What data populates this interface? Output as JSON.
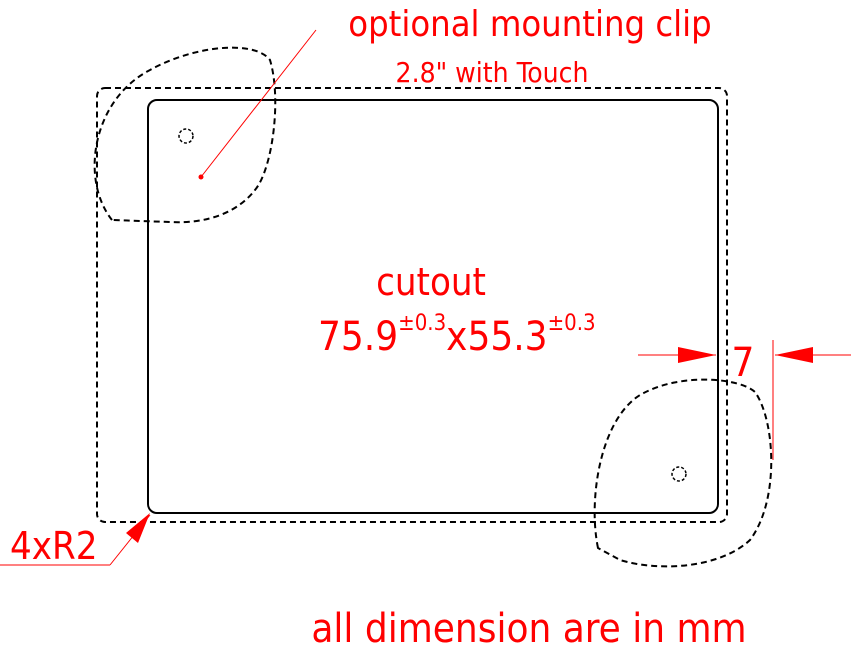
{
  "labels": {
    "mounting_clip": "optional mounting clip",
    "touch_variant": "2.8\" with Touch",
    "cutout_title": "cutout",
    "cutout_width": "75.9",
    "cutout_width_tol": "±0.3",
    "cutout_sep": "x",
    "cutout_height": "55.3",
    "cutout_height_tol": "±0.3",
    "clip_offset": "7",
    "corner_radius": "4xR2",
    "units_note": "all dimension are in mm"
  },
  "colors": {
    "annotation": "#ff0000",
    "outline": "#000000"
  }
}
